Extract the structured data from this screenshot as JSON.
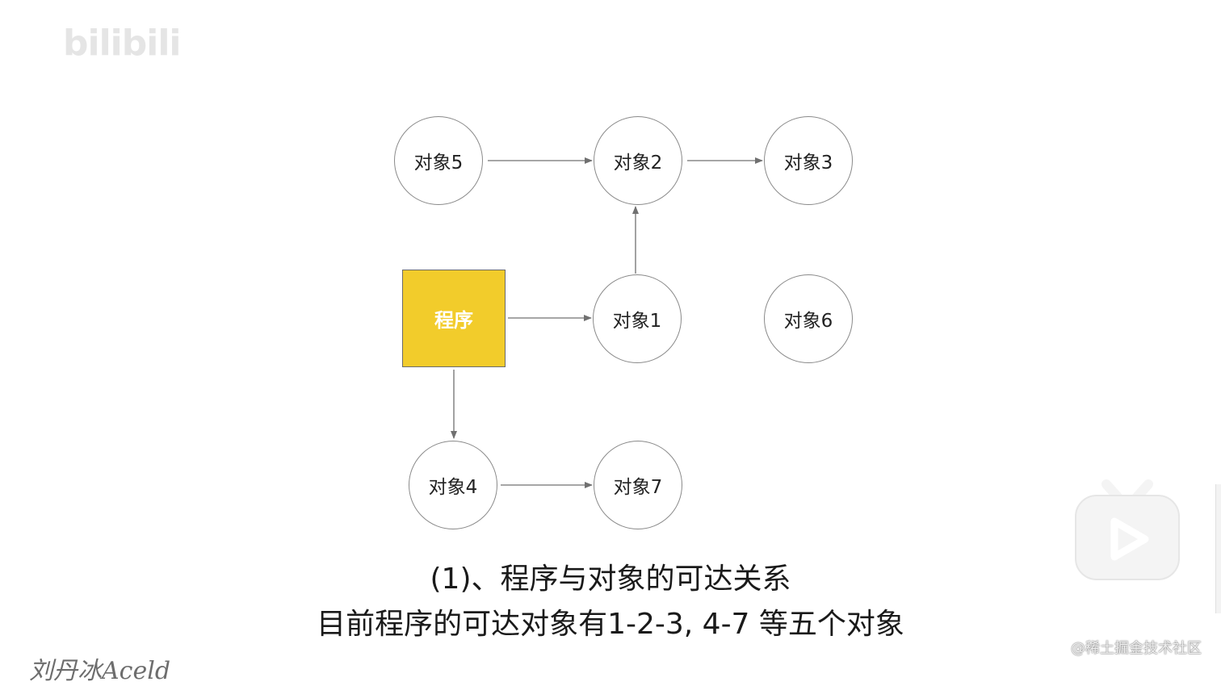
{
  "watermarks": {
    "top_left": "bilibili",
    "bottom_left": "刘丹冰Aceld",
    "bottom_right": "@稀土掘金技术社区"
  },
  "diagram": {
    "program": "程序",
    "objects": {
      "o1": "对象1",
      "o2": "对象2",
      "o3": "对象3",
      "o4": "对象4",
      "o5": "对象5",
      "o6": "对象6",
      "o7": "对象7"
    },
    "edges": [
      [
        "对象5",
        "对象2"
      ],
      [
        "对象2",
        "对象3"
      ],
      [
        "对象1",
        "对象2"
      ],
      [
        "程序",
        "对象1"
      ],
      [
        "程序",
        "对象4"
      ],
      [
        "对象4",
        "对象7"
      ]
    ]
  },
  "caption": {
    "line1": "(1)、程序与对象的可达关系",
    "line2": "目前程序的可达对象有1-2-3, 4-7 等五个对象"
  },
  "colors": {
    "program_fill": "#f2cc2b",
    "edge": "#707070",
    "node_border": "#8a8a8a"
  },
  "icons": {
    "player_logo": "bilibili-tv-play-icon"
  }
}
